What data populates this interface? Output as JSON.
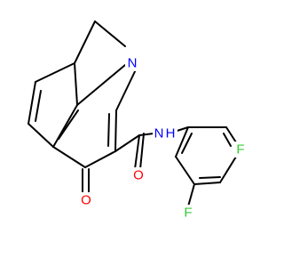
{
  "molecule": {
    "atoms": {
      "N_ring": {
        "label": "N",
        "color": "#0000ff"
      },
      "N_amide": {
        "label": "N",
        "color": "#0000ff"
      },
      "H_amide": {
        "label": "H",
        "color": "#0000ff"
      },
      "O_amide": {
        "label": "O",
        "color": "#ff0000"
      },
      "O_ketone": {
        "label": "O",
        "color": "#ff0000"
      },
      "F_ortho": {
        "label": "F",
        "color": "#33cc33"
      },
      "F_para": {
        "label": "F",
        "color": "#33cc33"
      }
    },
    "bond_color": "#000000"
  }
}
